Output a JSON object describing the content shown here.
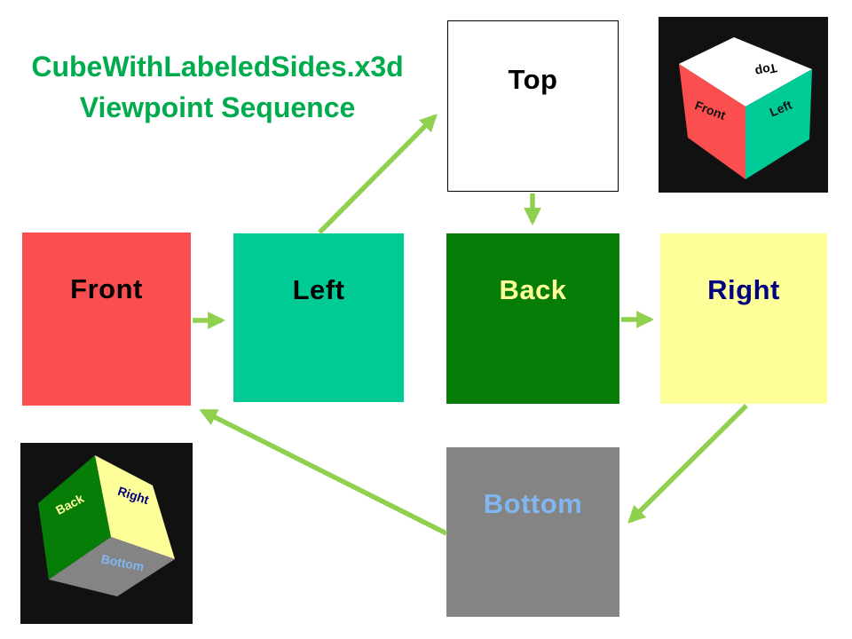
{
  "title": {
    "line1": "CubeWithLabeledSides.x3d",
    "line2": "Viewpoint Sequence",
    "color": "#00AB4E"
  },
  "colors": {
    "background": "#FFFFFF",
    "arrow": "#8FD04E",
    "cube_image_background": "#111111"
  },
  "boxes": [
    {
      "id": "top",
      "label": "Top",
      "bg": "#FFFFFF",
      "text_color": "#000000",
      "border": "#000000"
    },
    {
      "id": "front",
      "label": "Front",
      "bg": "#FB4E4E",
      "text_color": "#000000"
    },
    {
      "id": "left",
      "label": "Left",
      "bg": "#00CB97",
      "text_color": "#000000"
    },
    {
      "id": "back",
      "label": "Back",
      "bg": "#067D06",
      "text_color": "#FFFF99"
    },
    {
      "id": "right",
      "label": "Right",
      "bg": "#FFFF99",
      "text_color": "#000080"
    },
    {
      "id": "bottom",
      "label": "Bottom",
      "bg": "#848484",
      "text_color": "#82B6F0"
    }
  ],
  "arrows": [
    {
      "id": "front-to-left",
      "from": "Front",
      "to": "Left"
    },
    {
      "id": "left-to-top",
      "from": "Left",
      "to": "Top"
    },
    {
      "id": "top-to-back",
      "from": "Top",
      "to": "Back"
    },
    {
      "id": "back-to-right",
      "from": "Back",
      "to": "Right"
    },
    {
      "id": "right-to-bottom",
      "from": "Right",
      "to": "Bottom"
    },
    {
      "id": "bottom-to-front",
      "from": "Bottom",
      "to": "Front"
    }
  ],
  "cubes": {
    "top_right": {
      "faces": [
        {
          "label": "Top",
          "color": "#FFFFFF",
          "label_color": "#000000"
        },
        {
          "label": "Front",
          "color": "#FB4E4E",
          "label_color": "#111111"
        },
        {
          "label": "Left",
          "color": "#00CB97",
          "label_color": "#111111"
        }
      ]
    },
    "bottom_left": {
      "faces": [
        {
          "label": "Back",
          "color": "#067D06",
          "label_color": "#FFFF99"
        },
        {
          "label": "Right",
          "color": "#FFFF99",
          "label_color": "#000080"
        },
        {
          "label": "Bottom",
          "color": "#848484",
          "label_color": "#82B6F0"
        }
      ]
    }
  }
}
